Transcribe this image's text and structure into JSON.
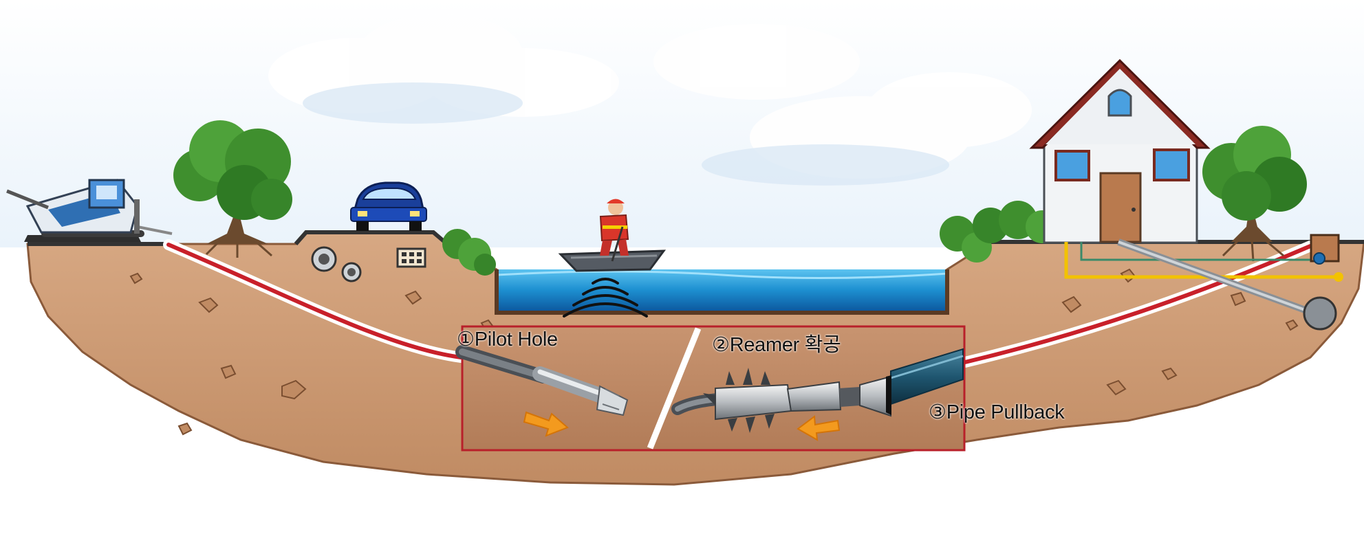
{
  "labels": {
    "pilot_hole": "①Pilot Hole",
    "reamer": "②Reamer 확공",
    "pipe_pullback": "③Pipe Pullback"
  },
  "colors": {
    "soil": "#c99670",
    "soil_edge": "#8a5a3a",
    "water": "#1d8fd0",
    "bore_path": "#c8202a",
    "detail_frame": "#b8202a",
    "arrow": "#f39a1e",
    "utility_line": "#f2c200",
    "tree": "#3f8f2e",
    "house_wall": "#f2f4f6",
    "house_roof": "#8a2a22",
    "car": "#1a3f9a"
  },
  "icons": {
    "drill_rig": "drill-rig-icon",
    "trees": "tree-icon",
    "car": "car-icon",
    "worker": "worker-icon",
    "boat": "boat-icon",
    "signal": "signal-wave-icon",
    "house": "house-icon",
    "pilot_bit": "pilot-drill-bit-icon",
    "reamer": "reamer-head-icon",
    "pipe": "pipe-icon"
  }
}
